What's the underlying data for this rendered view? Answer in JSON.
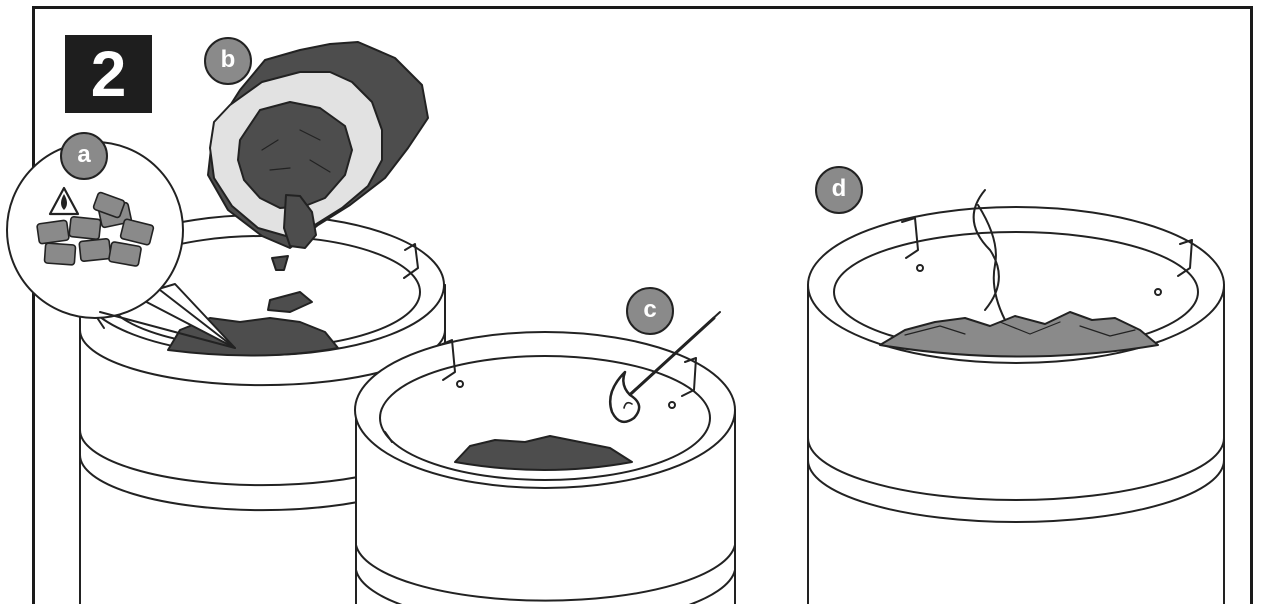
{
  "step": {
    "number": "2"
  },
  "callouts": {
    "a": "a",
    "b": "b",
    "c": "c",
    "d": "d"
  },
  "colors": {
    "outline": "#222222",
    "charcoal": "#4d4d4d",
    "charcoal_lit": "#8a8a8a",
    "bag": "#e2e2e2",
    "badge": "#8a8a8a",
    "step_box": "#1e1e1e"
  }
}
